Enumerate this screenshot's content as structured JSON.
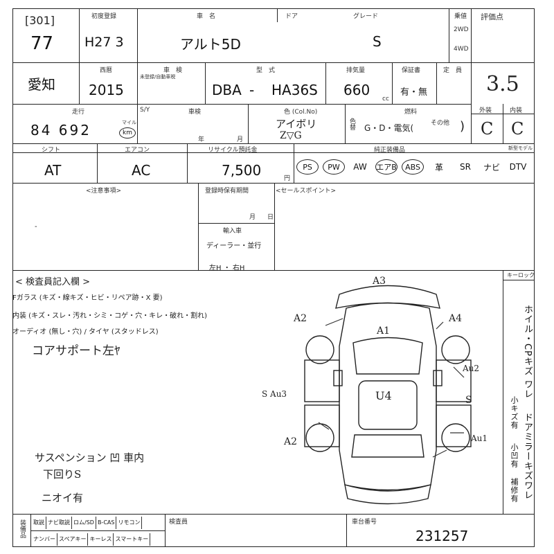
{
  "header": {
    "lot_prefix": "[301]",
    "lot_number": "77",
    "reg_date_label": "初度登録",
    "reg_date": "H27 3",
    "car_name_label": "車　名",
    "car_name": "アルト5D",
    "door_label": "ドア",
    "grade_label": "グレード",
    "grade": "S",
    "drive_label": "乗値",
    "drive_2wd": "2WD",
    "drive_4wd": "4WD",
    "score_label": "評価点",
    "score": "3.5"
  },
  "row2": {
    "location": "愛知",
    "year_label": "西暦",
    "year": "2015",
    "inspection_label": "車　検",
    "inspection_sub": "未登録/自動車税",
    "model_label": "型　式",
    "model_prefix": "DBA",
    "model_dash": "-",
    "model_code": "HA36S",
    "cc_label": "排気量",
    "cc": "660",
    "cc_unit": "cc",
    "warranty_label": "保証書",
    "warranty_value": "有・無",
    "capacity_label": "定　員"
  },
  "row3": {
    "mileage_label": "走行",
    "mileage": "84 692",
    "mileage_unit": "km",
    "mile_label": "マイル",
    "history_label": "S/Y",
    "inspection2_label": "車検",
    "year_unit": "年",
    "month_unit": "月",
    "color_label": "色 (Col.No)",
    "color": "アイボリ",
    "color_code": "Z▽G",
    "color_change_label": "色替",
    "fuel_label": "燃料",
    "fuel_options": "G・D・電気(",
    "fuel_other": "その他",
    "fuel_close": ")",
    "exterior_label": "外装",
    "exterior": "C",
    "interior_label": "内装",
    "interior": "C"
  },
  "row4": {
    "shift_label": "シフト",
    "shift": "AT",
    "ac_label": "エアコン",
    "ac": "AC",
    "recycle_label": "リサイクル預託金",
    "recycle": "7,500",
    "yen": "円",
    "equipment_label": "純正装備品",
    "new_model_label": "新型モデル",
    "equipment": [
      {
        "label": "PS",
        "circled": true
      },
      {
        "label": "PW",
        "circled": true
      },
      {
        "label": "AW",
        "circled": false
      },
      {
        "label": "エアB",
        "circled": true
      },
      {
        "label": "ABS",
        "circled": true
      },
      {
        "label": "革",
        "circled": false
      },
      {
        "label": "SR",
        "circled": false
      },
      {
        "label": "ナビ",
        "circled": false
      },
      {
        "label": "DTV",
        "circled": false
      }
    ]
  },
  "notes": {
    "notes_label": "<注意事項>",
    "notes_value": "-",
    "owner_label": "登録時保有期間",
    "month": "月",
    "day": "日",
    "import_label": "輸入車",
    "import_value": "ディーラー・並行",
    "steering": "左H ・ 右H",
    "sales_point_label": "<セールスポイント>"
  },
  "inspector": {
    "title": "< 検査員記入欄 >",
    "line1": "Fガラス (キズ・線キズ・ヒビ・リペア跡・X 要)",
    "line2": "内装 (キズ・スレ・汚れ・シミ・コゲ・穴・キレ・破れ・割れ)",
    "line3": "オーディオ (無し・穴) / タイヤ (スタッドレス)",
    "hand1": "コアサポート左ﾔ",
    "hand2": "サスペンション 凹 車内",
    "hand3": "下回りS",
    "hand4": "ニオイ有",
    "keyless_label": "キーロック",
    "vertical1": "ホイル・CPキズ ワレ",
    "vertical2": "ドアミラーキズワレ",
    "vertical3": "小キズ有",
    "vertical4": "小凹有",
    "vertical5": "補修有"
  },
  "diagram_marks": {
    "a3": "A3",
    "a2_top": "A2",
    "a4": "A4",
    "a1": "A1",
    "au2": "Au2",
    "s_au3": "S Au3",
    "u4": "U4",
    "s": "S",
    "a2_bottom": "A2",
    "au1": "Au1"
  },
  "footer": {
    "left_label": "装備品",
    "items_row1": [
      "取説",
      "ナビ取説",
      "ロム/SD",
      "B-CAS",
      "リモコン"
    ],
    "items_row2": [
      "ナンバー",
      "スペアキー",
      "キーレス",
      "スマートキー"
    ],
    "chassis_label": "車台番号",
    "inspector_label": "検査員",
    "chassis_number": "231257"
  }
}
